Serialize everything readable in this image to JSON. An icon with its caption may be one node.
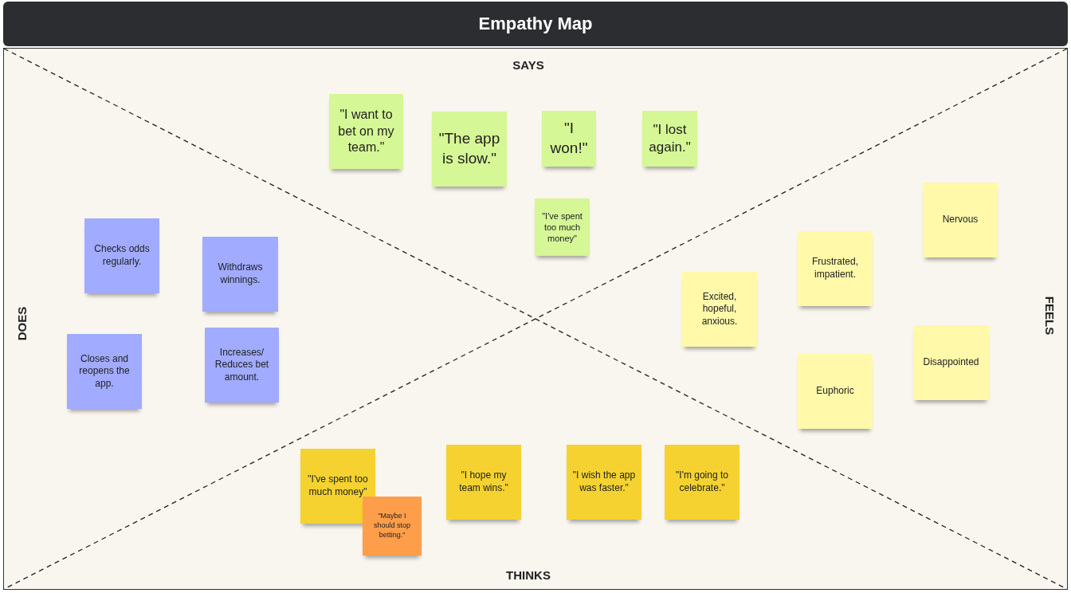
{
  "diagram": {
    "title": "Empathy Map",
    "nodes": [
      {
        "text": [
          "\"I want to bet on my team.\""
        ]
      },
      {
        "text": [
          "\"The app is slow.\""
        ]
      },
      {
        "text": [
          "\"I won!\""
        ]
      },
      {
        "text": [
          "\"I lost again.\""
        ]
      },
      {
        "text": [
          "\"I've spent too much money\""
        ]
      },
      {
        "text": [
          "Checks odds regularly."
        ]
      },
      {
        "text": [
          "Withdraws winnings."
        ]
      },
      {
        "text": [
          "Closes and reopens the app."
        ]
      },
      {
        "text": [
          "Increases/ Reduces bet amount."
        ]
      },
      {
        "text": [
          "Nervous"
        ]
      },
      {
        "text": [
          "Frustrated, impatient."
        ]
      },
      {
        "text": [
          "Excited, hopeful, anxious."
        ]
      },
      {
        "text": [
          "Disappointed"
        ]
      },
      {
        "text": [
          "Euphoric"
        ]
      },
      {
        "text": [
          "\"I've spent too much money\""
        ]
      },
      {
        "text": [
          "\"Maybe I should stop betting.\""
        ]
      },
      {
        "text": [
          "\"I hope my team wins.\""
        ]
      },
      {
        "text": [
          "\"I wish the app was faster.\""
        ]
      },
      {
        "text": [
          "\"I'm going to celebrate.\""
        ]
      }
    ],
    "labels": [
      "SAYS",
      "DOES",
      "FEELS",
      "THINKS"
    ]
  }
}
